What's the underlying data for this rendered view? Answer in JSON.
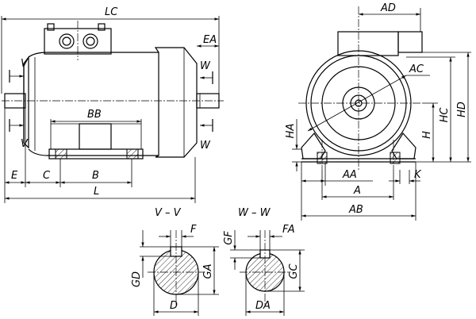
{
  "labels": {
    "LC": "LC",
    "V": "V",
    "EA": "EA",
    "W": "W",
    "BB": "BB",
    "E": "E",
    "C": "C",
    "B": "B",
    "L": "L",
    "AD": "AD",
    "AC": "AC",
    "HD": "HD",
    "HC": "HC",
    "HA": "HA",
    "H": "H",
    "AA": "AA",
    "A": "A",
    "K": "K",
    "AB": "AB",
    "section_vv": "V – V",
    "section_ww": "W – W",
    "F": "F",
    "GD": "GD",
    "GA": "GA",
    "D": "D",
    "GF": "GF",
    "FA": "FA",
    "GC": "GC",
    "DA": "DA"
  }
}
